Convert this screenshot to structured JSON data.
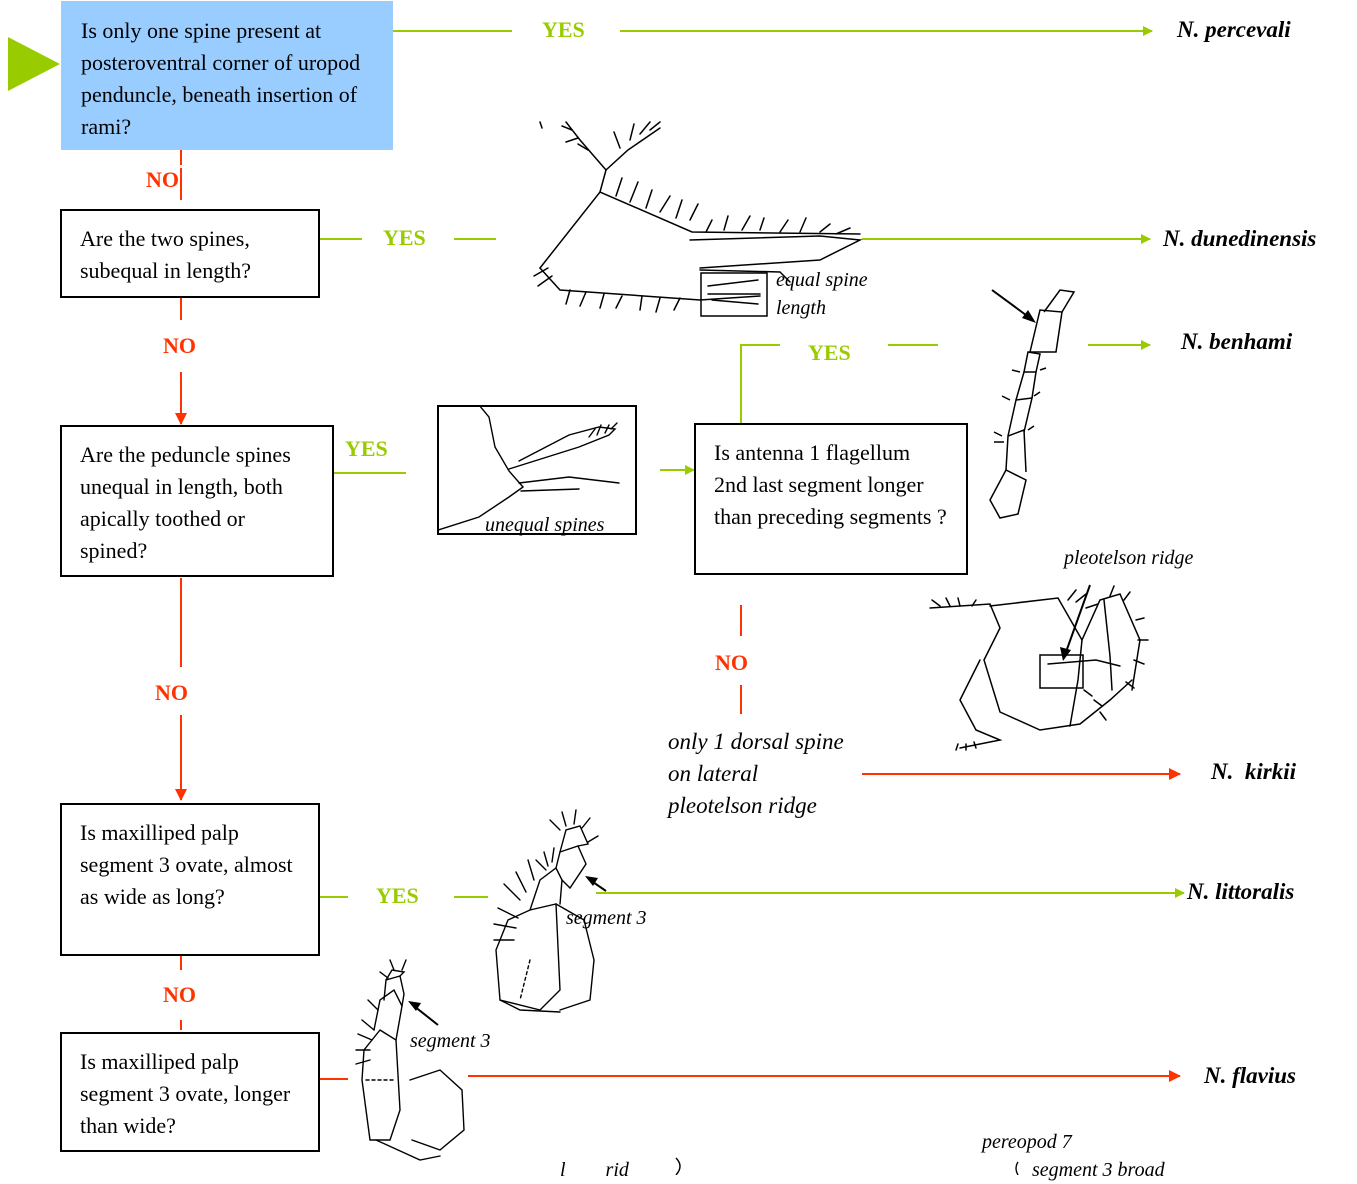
{
  "colors": {
    "yes": "#99cc00",
    "no": "#ff3300",
    "start_box": "#99ccff",
    "start_marker": "#99cc00"
  },
  "start_marker_icon": "play-triangle-icon",
  "questions": {
    "q1": "Is only one spine present at posteroventral corner of uropod penduncle, beneath insertion of rami?",
    "q2": "Are the two spines, subequal in length?",
    "q3": "Are the peduncle spines unequal in length, both apically toothed or spined?",
    "q4": "Is antenna 1 flagellum 2nd last segment longer than preceding segments ?",
    "q5": "Is maxilliped palp segment 3 ovate, almost as wide as long?",
    "q6": "Is maxilliped palp segment 3 ovate, longer than wide?"
  },
  "labels": {
    "yes": "YES",
    "no": "NO"
  },
  "note_kirkii": "only 1 dorsal spine on lateral pleotelson ridge",
  "species": {
    "percevali": "N. percevali",
    "dunedinensis": "N. dunedinensis",
    "benhami": "N. benhami",
    "kirkii": "N.  kirkii",
    "littoralis": "N. littoralis",
    "flavius": "N. flavius"
  },
  "captions": {
    "equal_spine": "equal spine length",
    "unequal_spines": "unequal spines",
    "pleotelson_ridge": "pleotelson ridge",
    "segment3_a": "segment 3",
    "segment3_b": "segment 3",
    "pereopod7": "pereopod 7",
    "segment3_broad": "segment 3 broad",
    "bottom_cut": "l        rid"
  }
}
